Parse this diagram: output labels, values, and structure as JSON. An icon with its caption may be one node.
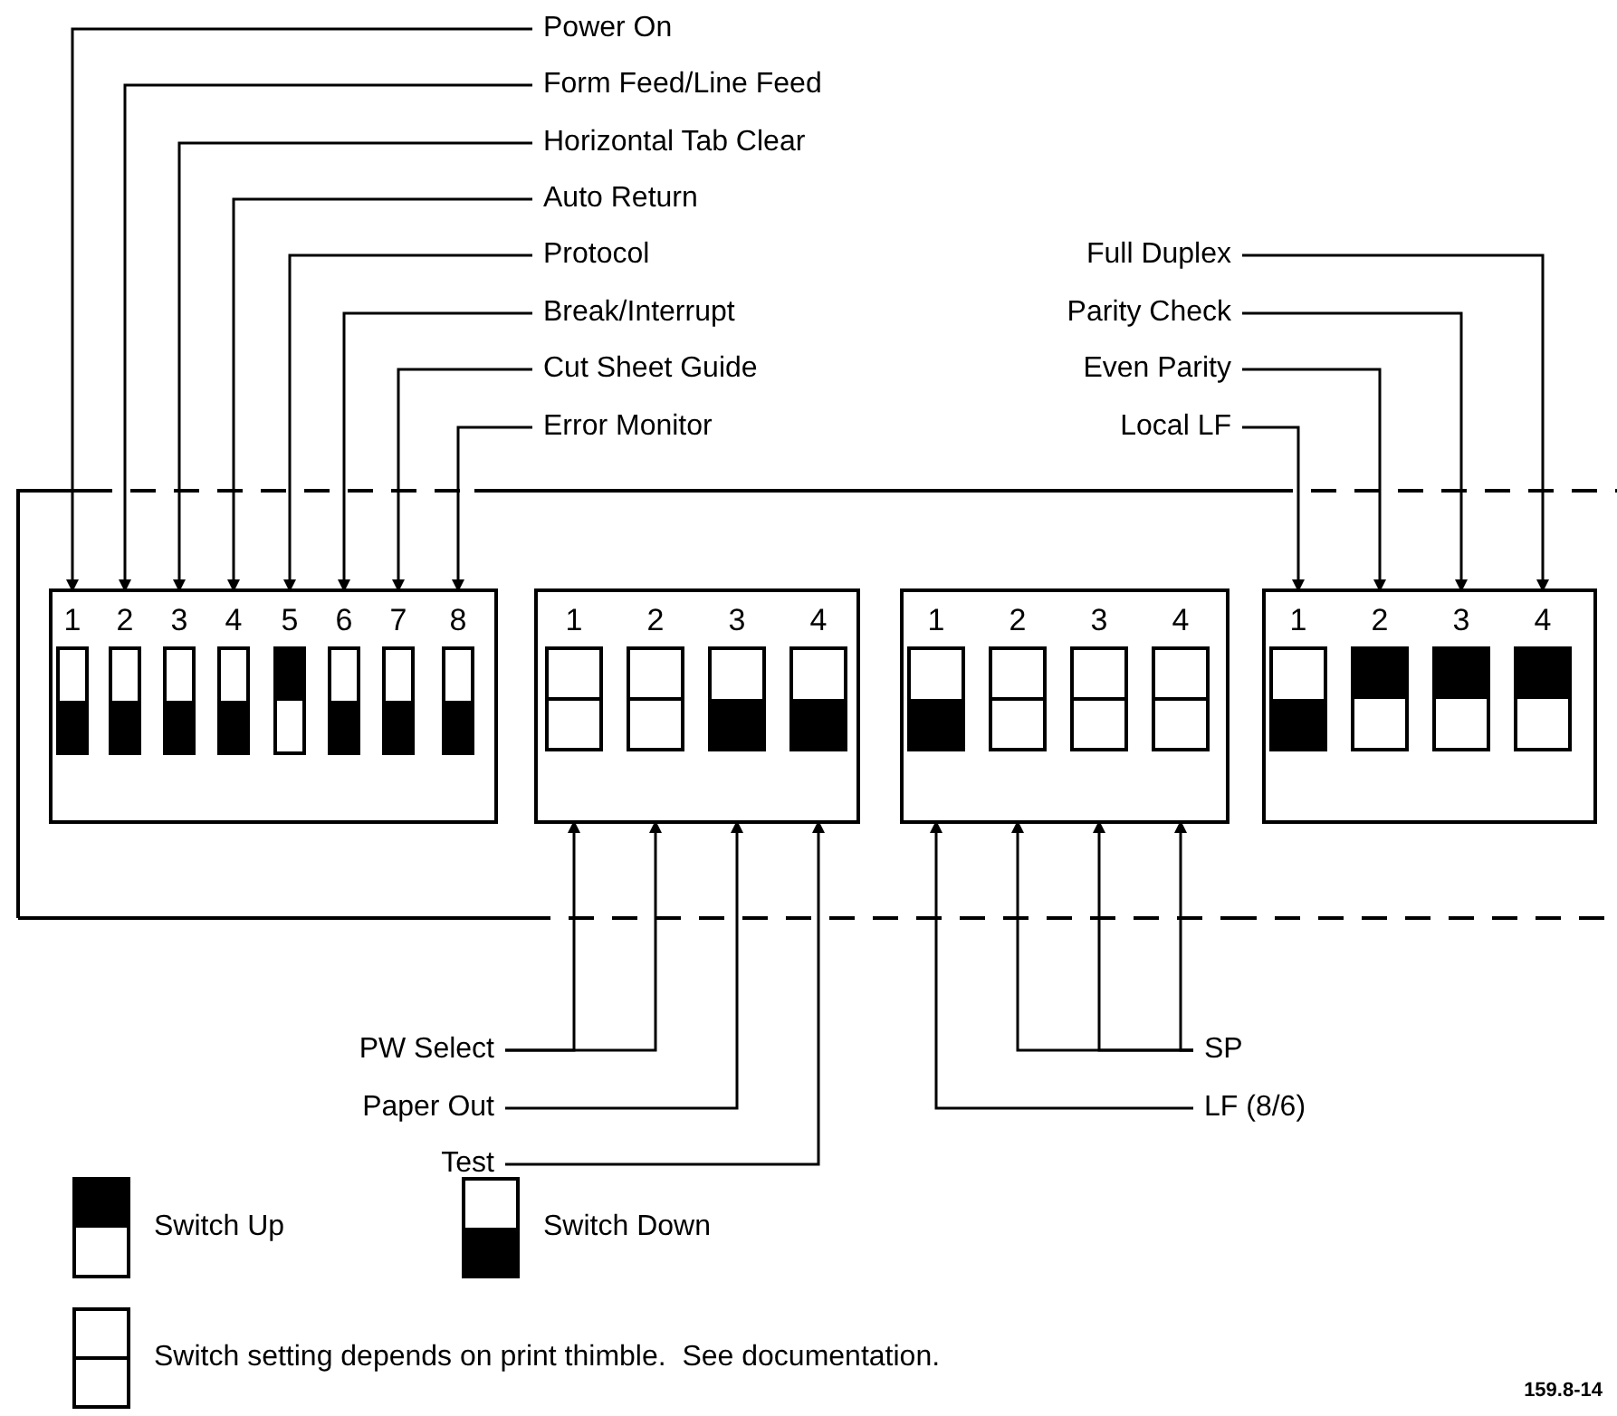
{
  "diagram": {
    "nodes": [
      {
        "text": [],
        "shape": "box"
      },
      {
        "text": [
          "1"
        ],
        "in": 0
      },
      {
        "text": [
          "2"
        ],
        "in": 0
      },
      {
        "text": [
          "3"
        ],
        "in": 0
      },
      {
        "text": [
          "4"
        ],
        "in": 0
      },
      {
        "text": [
          "5"
        ],
        "in": 0
      },
      {
        "text": [
          "6"
        ],
        "in": 0
      },
      {
        "text": [
          "7"
        ],
        "in": 0
      },
      {
        "text": [
          "8"
        ],
        "in": 0
      },
      {
        "text": [],
        "shape": "box"
      },
      {
        "text": [
          "1"
        ],
        "in": 9
      },
      {
        "text": [
          "2"
        ],
        "in": 9
      },
      {
        "text": [
          "3"
        ],
        "in": 9
      },
      {
        "text": [
          "4"
        ],
        "in": 9
      },
      {
        "text": [],
        "shape": "box"
      },
      {
        "text": [
          "1"
        ],
        "in": 14
      },
      {
        "text": [
          "2"
        ],
        "in": 14
      },
      {
        "text": [
          "3"
        ],
        "in": 14
      },
      {
        "text": [
          "4"
        ],
        "in": 14
      },
      {
        "text": [],
        "shape": "box"
      },
      {
        "text": [
          "1"
        ],
        "in": 19
      },
      {
        "text": [
          "2"
        ],
        "in": 19
      },
      {
        "text": [
          "3"
        ],
        "in": 19
      },
      {
        "text": [
          "4"
        ],
        "in": 19
      },
      {
        "text": [
          "Power On"
        ]
      },
      {
        "text": [
          "Form Feed/Line Feed"
        ]
      },
      {
        "text": [
          "Horizontal Tab Clear"
        ]
      },
      {
        "text": [
          "Auto Return"
        ]
      },
      {
        "text": [
          "Protocol"
        ]
      },
      {
        "text": [
          "Break/Interrupt"
        ]
      },
      {
        "text": [
          "Cut Sheet Guide"
        ]
      },
      {
        "text": [
          "Error Monitor"
        ]
      },
      {
        "text": [
          "Full Duplex"
        ]
      },
      {
        "text": [
          "Parity Check"
        ]
      },
      {
        "text": [
          "Even Parity"
        ]
      },
      {
        "text": [
          "Local LF"
        ]
      },
      {
        "text": [
          "PW Select"
        ]
      },
      {
        "text": [
          "Paper Out"
        ]
      },
      {
        "text": [
          "Test"
        ]
      },
      {
        "text": [
          "SP"
        ]
      },
      {
        "text": [
          "LF (8/6)"
        ]
      }
    ],
    "edges": [
      {
        "from": 24,
        "to": 1,
        "arrow": "to"
      },
      {
        "from": 25,
        "to": 2,
        "arrow": "to"
      },
      {
        "from": 26,
        "to": 3,
        "arrow": "to"
      },
      {
        "from": 27,
        "to": 4,
        "arrow": "to"
      },
      {
        "from": 28,
        "to": 5,
        "arrow": "to"
      },
      {
        "from": 29,
        "to": 6,
        "arrow": "to"
      },
      {
        "from": 30,
        "to": 7,
        "arrow": "to"
      },
      {
        "from": 31,
        "to": 8,
        "arrow": "to"
      },
      {
        "from": 32,
        "to": 23,
        "arrow": "to"
      },
      {
        "from": 33,
        "to": 22,
        "arrow": "to"
      },
      {
        "from": 34,
        "to": 21,
        "arrow": "to"
      },
      {
        "from": 35,
        "to": 20,
        "arrow": "to"
      },
      {
        "from": 36,
        "to": 10,
        "arrow": "to"
      },
      {
        "from": 36,
        "to": 11,
        "arrow": "to"
      },
      {
        "from": 37,
        "to": 12,
        "arrow": "to"
      },
      {
        "from": 38,
        "to": 13,
        "arrow": "to"
      },
      {
        "from": 39,
        "to": 16,
        "arrow": "to"
      },
      {
        "from": 39,
        "to": 17,
        "arrow": "to"
      },
      {
        "from": 39,
        "to": 18,
        "arrow": "to"
      },
      {
        "from": 40,
        "to": 15,
        "arrow": "to"
      }
    ],
    "labels": [
      "159.8-14"
    ],
    "legend": [
      {
        "text": "Switch Up"
      },
      {
        "text": "Switch Down"
      },
      {
        "text": "Switch setting depends on print thimble.  See documentation."
      }
    ]
  }
}
